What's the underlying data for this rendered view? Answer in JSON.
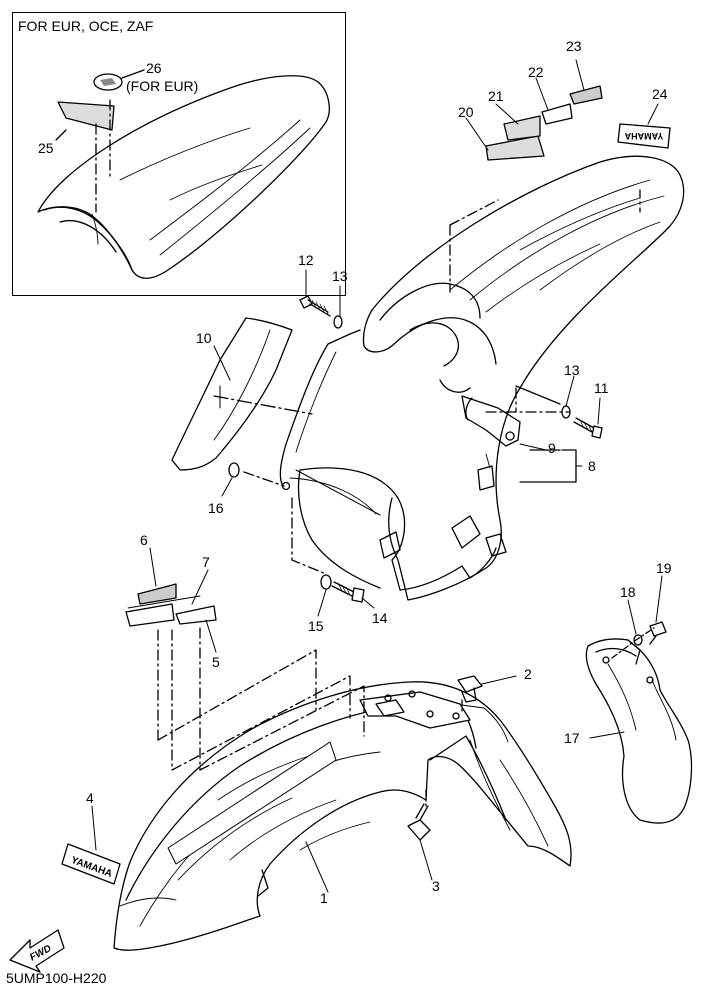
{
  "inset": {
    "title": "FOR EUR, OCE, ZAF",
    "note": "(FOR EUR)"
  },
  "footer": {
    "code": "5UMP100-H220"
  },
  "fwd_label": "FWD",
  "decal_text": "YAMAHA",
  "callouts": {
    "c1": "1",
    "c2": "2",
    "c3": "3",
    "c4": "4",
    "c5": "5",
    "c6": "6",
    "c7": "7",
    "c8": "8",
    "c9": "9",
    "c10": "10",
    "c11": "11",
    "c12": "12",
    "c13a": "13",
    "c13b": "13",
    "c14": "14",
    "c15": "15",
    "c16": "16",
    "c17": "17",
    "c18": "18",
    "c19": "19",
    "c20": "20",
    "c21": "21",
    "c22": "22",
    "c23": "23",
    "c24": "24",
    "c25": "25",
    "c26": "26"
  }
}
